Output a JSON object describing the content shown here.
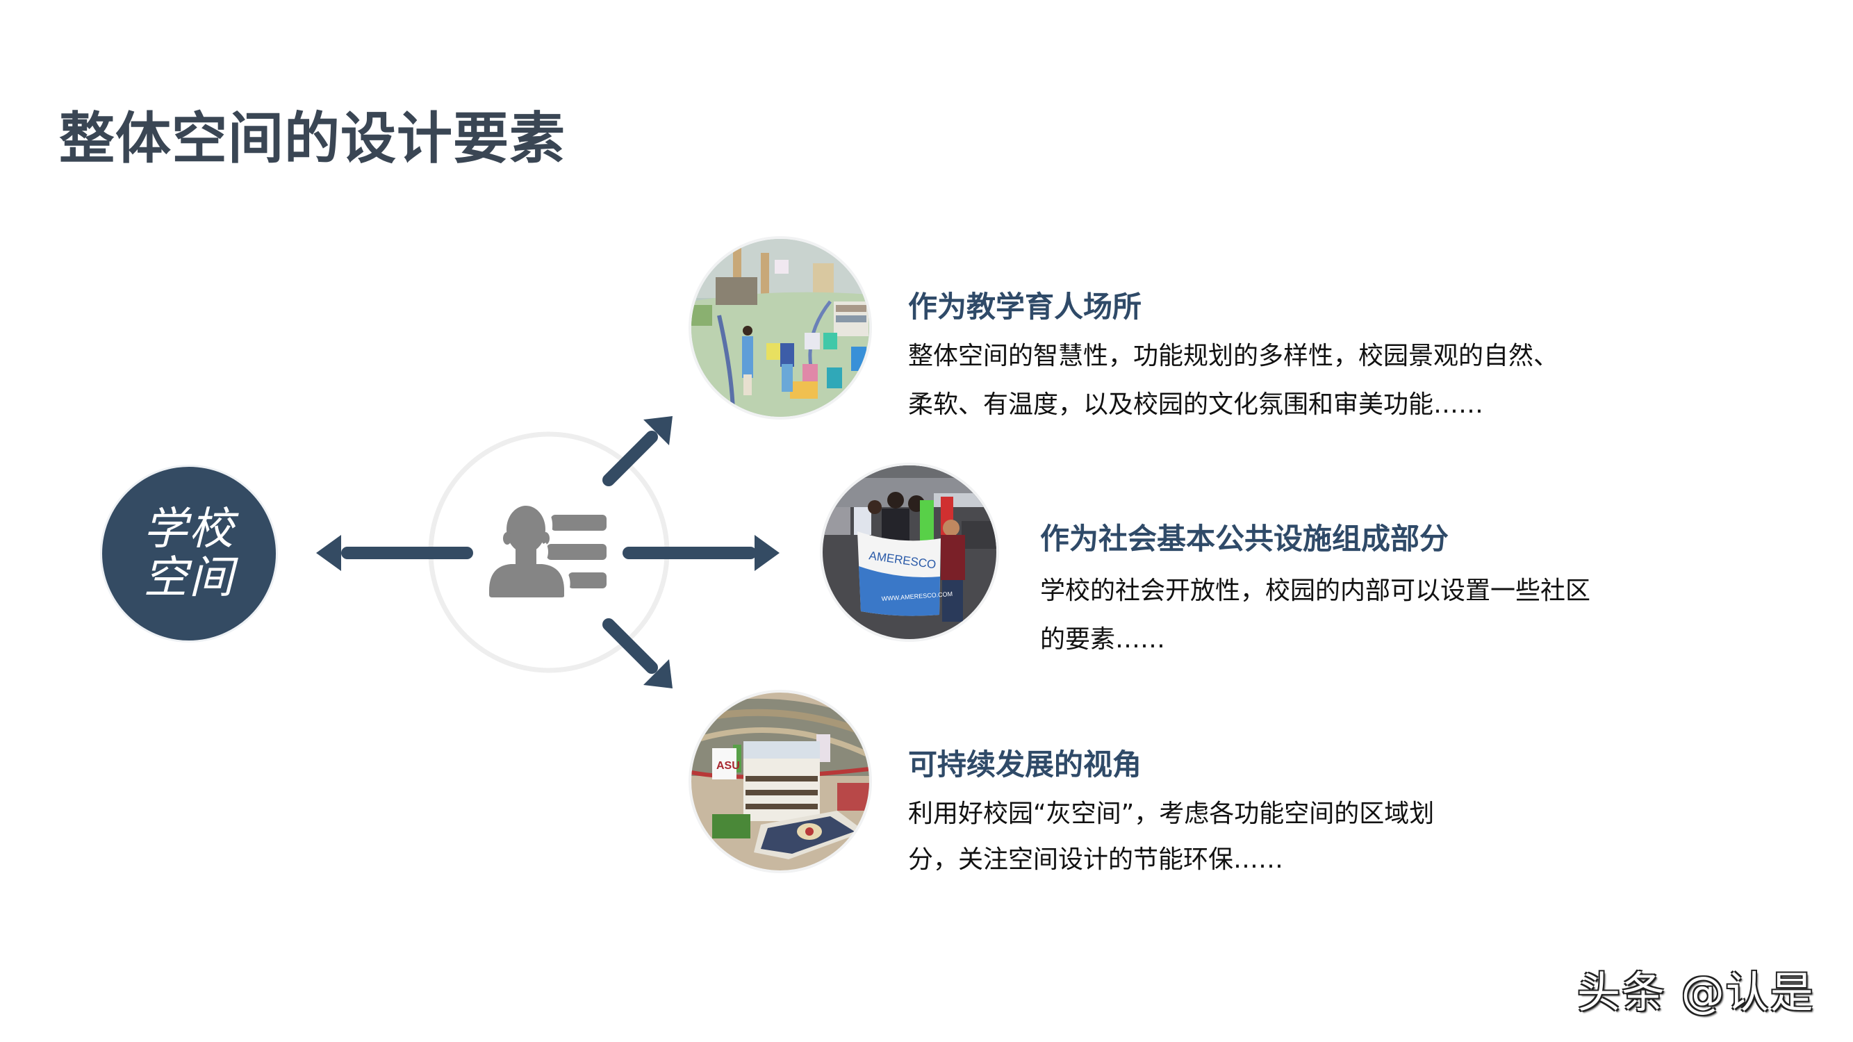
{
  "title": "整体空间的设计要素",
  "hub": {
    "line1": "学校",
    "line2": "空间",
    "color": "#344b63"
  },
  "center_icon": "user-profile-list-icon",
  "colors": {
    "arrow": "#344b63",
    "ring": "#eeeeee",
    "icon": "#858585",
    "heading": "#2f4a68",
    "title": "#3a4654"
  },
  "items": [
    {
      "heading": "作为教学育人场所",
      "lines": [
        "整体空间的智慧性，功能规划的多样性，校园景观的自然、",
        "柔软、有温度，以及校园的文化氛围和审美功能……"
      ],
      "photo": "indoor-classroom-children-photo"
    },
    {
      "heading": "作为社会基本公共设施组成部分",
      "lines": [
        "学校的社会开放性，校园的内部可以设置一些社区",
        "的要素……"
      ],
      "photo": "students-ameresco-banner-photo",
      "banner_text": "AMERESCO"
    },
    {
      "heading": "可持续发展的视角",
      "lines": [
        "利用好校园“灰空间”，考虑各功能空间的区域划",
        "分，关注空间设计的节能环保……"
      ],
      "photo": "asu-stadium-solar-roof-photo",
      "sign_text": "ASU"
    }
  ],
  "watermark": "头条 @认是"
}
